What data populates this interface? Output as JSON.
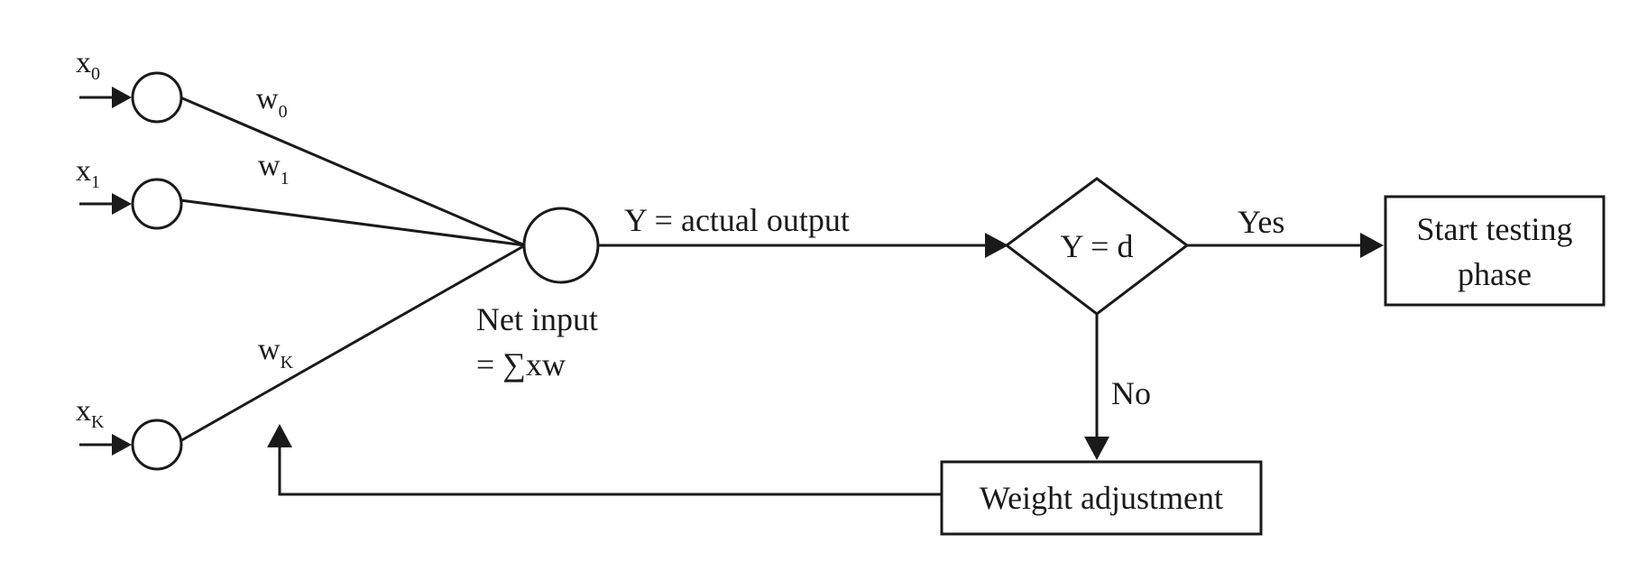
{
  "inputs": [
    {
      "var": "x",
      "sub": "0"
    },
    {
      "var": "x",
      "sub": "1"
    },
    {
      "var": "x",
      "sub": "K"
    }
  ],
  "weights": [
    {
      "var": "w",
      "sub": "0"
    },
    {
      "var": "w",
      "sub": "1"
    },
    {
      "var": "w",
      "sub": "K"
    }
  ],
  "summation": {
    "line1": "Net input",
    "line2": "= ∑xw"
  },
  "output_label": "Y = actual output",
  "decision": {
    "condition": "Y = d",
    "yes_label": "Yes",
    "no_label": "No"
  },
  "testing_box": {
    "line1": "Start testing",
    "line2": "phase"
  },
  "adjustment_box": {
    "label": "Weight adjustment"
  }
}
